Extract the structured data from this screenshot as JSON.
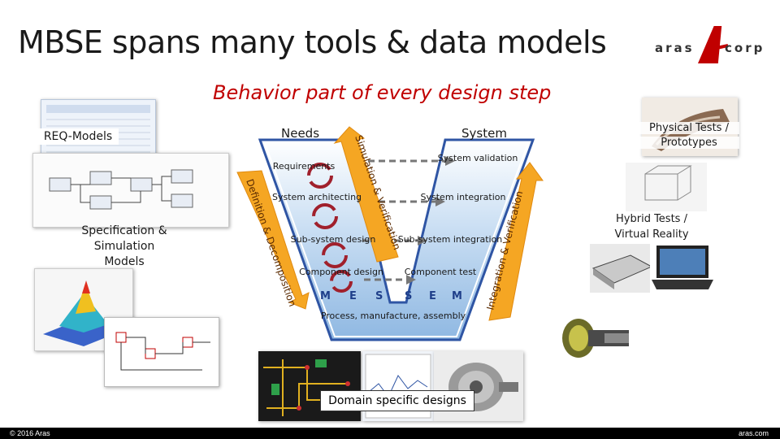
{
  "slide": {
    "title": "MBSE spans many tools & data models",
    "subtitle": "Behavior part of every design step",
    "logo_text_left": "aras",
    "logo_text_right": "corp",
    "footer_left": "© 2016 Aras",
    "footer_right": "aras.com"
  },
  "vmodel": {
    "left_top": "Needs",
    "right_top": "System",
    "left_stages": [
      "Requirements",
      "System architecting",
      "Sub-system design",
      "Component design"
    ],
    "right_stages": [
      "System validation",
      "System integration",
      "Sub-system integration",
      "Component test"
    ],
    "bottom": "Process, manufacture, assembly",
    "mesm_left": [
      "M",
      "E",
      "S"
    ],
    "mesm_right": [
      "S",
      "E",
      "M"
    ],
    "arrow_left": "Definition & Decomposition",
    "arrow_middle": "Simulation & Verification",
    "arrow_right": "Integration & Verification"
  },
  "side_labels": {
    "req_models": "REQ-Models",
    "spec_sim": [
      "Specification &",
      "Simulation",
      "Models"
    ],
    "physical": [
      "Physical Tests /",
      "Prototypes"
    ],
    "hybrid": [
      "Hybrid Tests /",
      "Virtual Reality"
    ],
    "domain": "Domain specific designs"
  },
  "colors": {
    "accent_red": "#c00000",
    "v_blue": "#9ec3e6",
    "v_border": "#2f55a4",
    "arrow_orange": "#f5a623",
    "cycle_red": "#a0202c"
  }
}
